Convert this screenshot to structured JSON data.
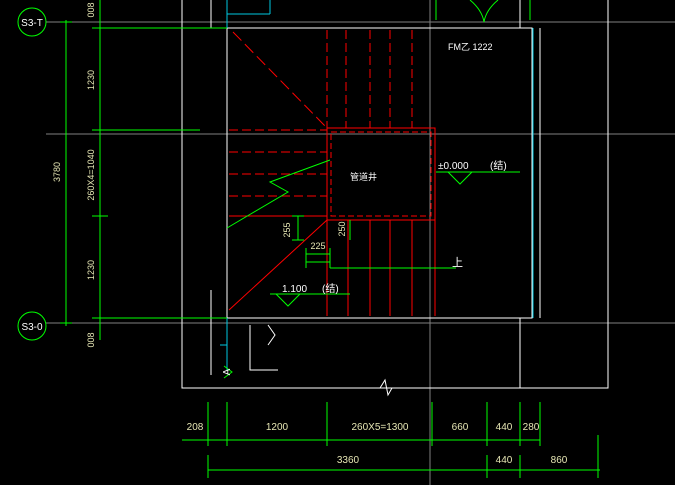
{
  "colors": {
    "background": "#000000",
    "wall_white": "#ffffff",
    "axis_gray": "#7f7f7f",
    "dimension_green": "#00ff00",
    "stair_red": "#ff0000",
    "glass_cyan": "#00c8e0",
    "text_white": "#ffffff",
    "dimension_text_yellow": "#e6e6b4"
  },
  "axis_bubbles": {
    "top": "S3-T",
    "bottom": "S3-0"
  },
  "vertical_dims": {
    "top_offset": "008",
    "upper_flight": "1230",
    "middle": "260X4=1040",
    "lower_flight": "1230",
    "bottom_offset": "008",
    "total": "3780"
  },
  "horizontal_dims_row1": [
    "208",
    "1200",
    "260X5=1300",
    "660",
    "440",
    "280"
  ],
  "horizontal_dims_row2": [
    "3360",
    "440",
    "860"
  ],
  "labels": {
    "door_tag": "FM乙 1222",
    "room_tag": "管道井",
    "level_upper": "±0.000",
    "level_upper_note": "(结)",
    "level_lower": "1.100",
    "level_lower_note": "(结)",
    "up_arrow_text": "上",
    "section_mark": "A",
    "small_dim_255": "255",
    "small_dim_225": "225",
    "small_dim_250": "250"
  }
}
